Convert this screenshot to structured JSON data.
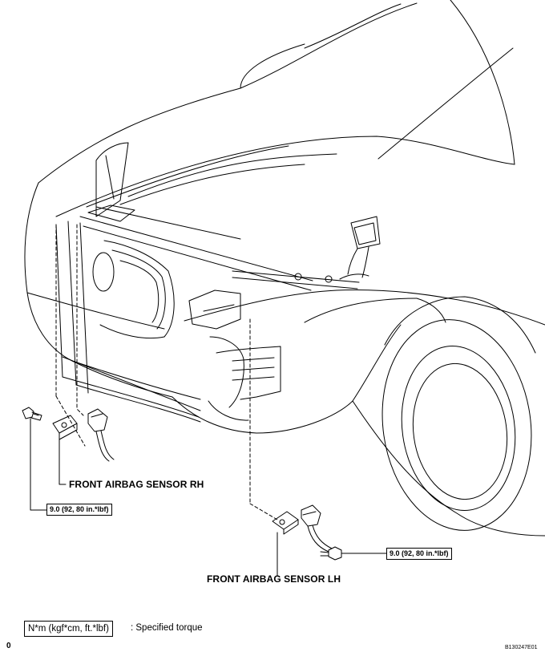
{
  "labels": {
    "sensor_rh": "FRONT AIRBAG SENSOR RH",
    "sensor_lh": "FRONT AIRBAG SENSOR LH",
    "torque_rh": "9.0 (92, 80 in.*lbf)",
    "torque_lh": "9.0 (92, 80 in.*lbf)"
  },
  "legend": {
    "unit": "N*m (kgf*cm, ft.*lbf)",
    "text": ": Specified torque"
  },
  "footer": {
    "left": "0",
    "code": "B130247E01"
  }
}
